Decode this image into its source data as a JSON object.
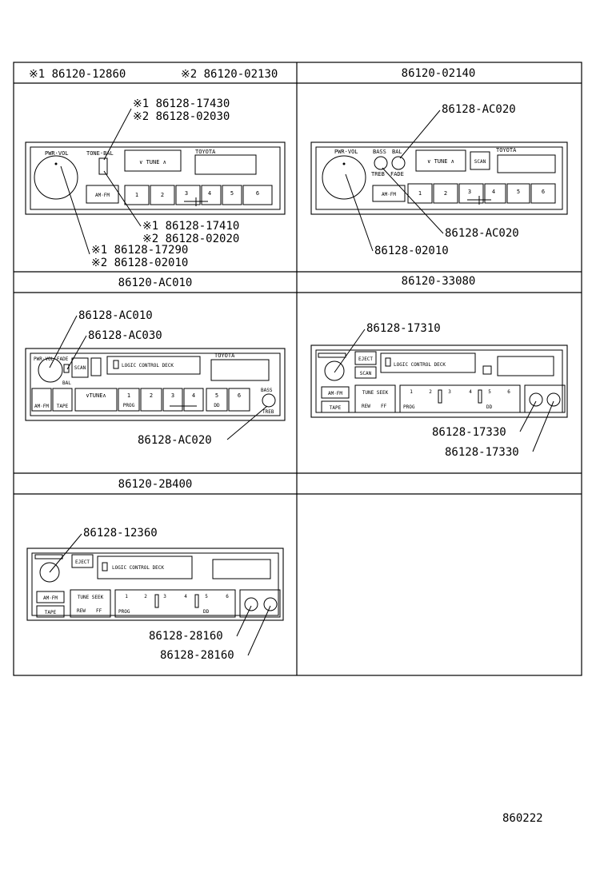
{
  "headers": {
    "cell1_a": "※1 86120-12860",
    "cell1_b": "※2 86120-02130",
    "cell2": "86120-02140",
    "cell3": "86120-AC010",
    "cell4": "86120-33080",
    "cell5": "86120-2B400"
  },
  "panel1": {
    "callouts": {
      "top_1": "※1 86128-17430",
      "top_2": "※2 86128-02030",
      "mid_1": "※1 86128-17410",
      "mid_2": "※2 86128-02020",
      "bot_1": "※1 86128-17290",
      "bot_2": "※2 86128-02010"
    },
    "labels": {
      "pwr_vol": "PWR·VOL",
      "tone_bal": "TONE·BAL",
      "tune": "∨ TUNE ∧",
      "brand": "TOYOTA",
      "am_fm": "AM·FM",
      "presets": [
        "1",
        "2",
        "3",
        "4",
        "5",
        "6"
      ]
    }
  },
  "panel2": {
    "callouts": {
      "top": "86128-AC020",
      "mid": "86128-AC020",
      "bot": "86128-02010"
    },
    "labels": {
      "pwr_vol": "PWR·VOL",
      "bass": "BASS",
      "bal": "BAL",
      "treb": "TREB",
      "fade": "FADE",
      "tune": "∨ TUNE ∧",
      "scan": "SCAN",
      "brand": "TOYOTA",
      "am_fm": "AM·FM",
      "presets": [
        "1",
        "2",
        "3",
        "4",
        "5",
        "6"
      ]
    }
  },
  "panel3": {
    "callouts": {
      "top1": "86128-AC010",
      "top2": "86128-AC030",
      "bot": "86128-AC020"
    },
    "labels": {
      "pwr_vol": "PWR·VOL·FADE",
      "bal": "BAL",
      "scan": "SCAN",
      "deck": "LOGIC CONTROL DECK",
      "brand": "TOYOTA",
      "am_fm": "AM·FM",
      "tape": "TAPE",
      "tune": "∨TUNE∧",
      "prog": "PROG",
      "dd": "DD",
      "bass": "BASS",
      "treb": "TREB",
      "presets": [
        "1",
        "2",
        "3",
        "4",
        "5",
        "6"
      ]
    }
  },
  "panel4": {
    "callouts": {
      "top": "86128-17310",
      "bot1": "86128-17330",
      "bot2": "86128-17330"
    },
    "labels": {
      "eject": "EJECT",
      "scan": "SCAN",
      "deck": "LOGIC CONTROL DECK",
      "am_fm": "AM·FM",
      "tape": "TAPE",
      "tune_seek": "TUNE SEEK",
      "rew": "REW",
      "ff": "FF",
      "prog": "PROG",
      "dd": "DD",
      "presets": [
        "1",
        "2",
        "3",
        "4",
        "5",
        "6"
      ]
    }
  },
  "panel5": {
    "callouts": {
      "top": "86128-12360",
      "bot1": "86128-28160",
      "bot2": "86128-28160"
    },
    "labels": {
      "eject": "EJECT",
      "deck": "LOGIC CONTROL DECK",
      "am_fm": "AM·FM",
      "tape": "TAPE",
      "tune_seek": "TUNE SEEK",
      "rew": "REW",
      "ff": "FF",
      "prog": "PROG",
      "dd": "DD",
      "presets": [
        "1",
        "2",
        "3",
        "4",
        "5",
        "6"
      ]
    }
  },
  "figure_number": "860222"
}
